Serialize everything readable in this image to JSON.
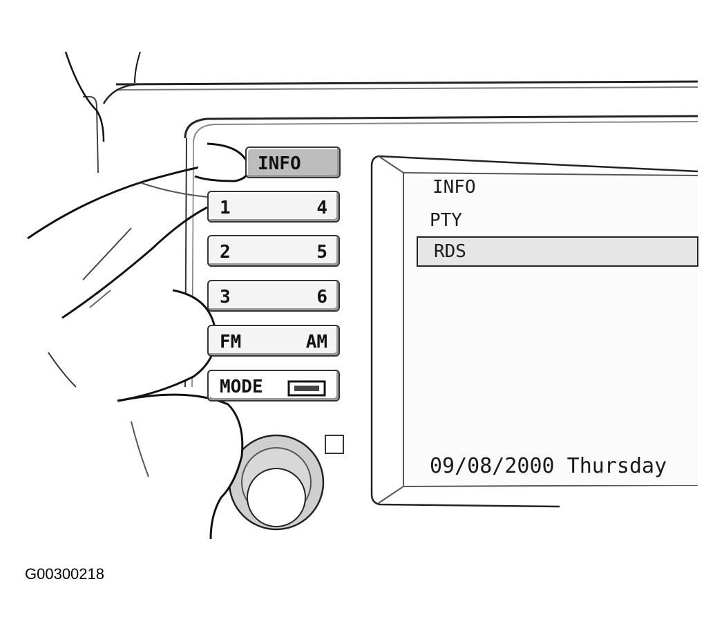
{
  "radio": {
    "buttons": [
      {
        "left": "INFO",
        "right": ""
      },
      {
        "left": "1",
        "right": "4"
      },
      {
        "left": "2",
        "right": "5"
      },
      {
        "left": "3",
        "right": "6"
      },
      {
        "left": "FM",
        "right": "AM"
      },
      {
        "left": "MODE",
        "right": ""
      }
    ],
    "screen": {
      "menu": [
        "INFO",
        "PTY",
        "RDS"
      ],
      "selected": "RDS",
      "status": "09/08/2000 Thursday"
    }
  },
  "caption": "G00300218"
}
